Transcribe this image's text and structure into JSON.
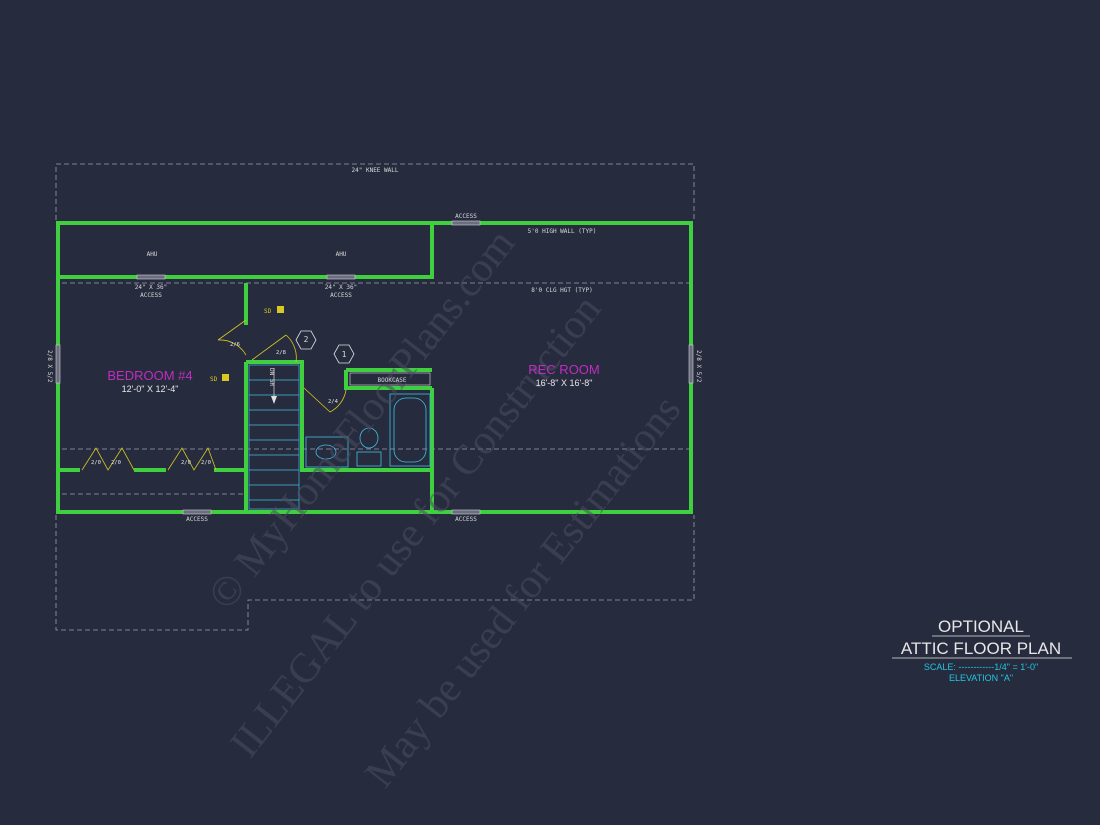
{
  "notes": {
    "knee_wall": "24\" KNEE WALL",
    "high_wall": "5'0 HIGH WALL (TYP)",
    "clg_hgt": "8'0 CLG HGT (TYP)",
    "access": "ACCESS",
    "access_size": "24\" X 36\"",
    "ahu": "AHU",
    "bookcase": "BOOKCASE",
    "dn": "DN 5R",
    "sd": "SD",
    "window": "2/8 X 5/2"
  },
  "rooms": {
    "bedroom_name": "BEDROOM #4",
    "bedroom_dim": "12'-0\" X 12'-4\"",
    "rec_name": "REC ROOM",
    "rec_dim": "16'-8\" X 16'-8\""
  },
  "doors": {
    "d26": "2/6",
    "d28": "2/8",
    "d24": "2/4",
    "d20": "2/0"
  },
  "tags": {
    "t1": "1",
    "t2": "2"
  },
  "title_block": {
    "line1": "OPTIONAL",
    "line2": "ATTIC FLOOR PLAN",
    "scale": "SCALE: ------------1/4\" = 1'-0\"",
    "elevation": "ELEVATION \"A\""
  },
  "watermark": {
    "line1": "© MyHomeFloorPlans.com",
    "line2": "ILLEGAL to use for Construction",
    "line3": "May be used for Estimations"
  },
  "colors": {
    "background": "#272b3e",
    "wall": "#3fcf3f",
    "room_label": "#c02cc0",
    "scale_text": "#22c6e0",
    "sd_symbol": "#d8c820"
  }
}
